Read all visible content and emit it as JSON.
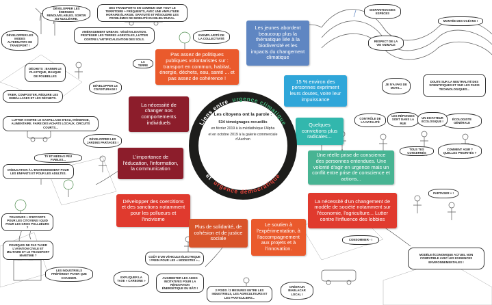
{
  "ring": {
    "title_prefix": "Liens entre",
    "title_green": "urgence climatique",
    "title_mid": "et",
    "title_red": "urgence démocratique"
  },
  "center": {
    "title": "Les citoyens ont la parole :",
    "count": "534 témoignages recueillis",
    "line1": "en février 2019 à la médiathèque l'Alpha",
    "line2": "et en octobre 2019 à la galerie commerciale d'Auchan"
  },
  "boxes": {
    "politiques": "Pas assez de politiques publiques volontaristes sur : transport en commun, habitat, énergie, déchets, eau, santé ... et pas assez de cohérence !",
    "changer": "La nécessité de changer nos comportements individuels",
    "education": "L'importance de l'éducation, l'information, la communication",
    "coercitions": "Développer des coercitions et des sanctions notamment pour les pollueurs et l'incivisme",
    "solidarite": "Plus de solidarité, de cohésion et de justice sociale",
    "soutien": "Le soutien à l'expérimentation, à l'accompagnement aux projets et à l'innovation.",
    "jeunes": "Les jeunes abordent beaucoup plus la thématique liée à la biodiversité et les impacts du changement climatique",
    "impuissance": "15 % environ des personnes expriment leurs doutes, voire leur impuissance",
    "convictions": "Quelques convictions plus radicales...",
    "conscience": "Une réelle prise de conscience des personnes entendues. Une volonté d'agir en urgence mais un conflit entre prise de conscience et actions...",
    "modele": "La nécessité d'un changement de modèle de société notamment sur l'économie, l'agriculture... Lutter contre l'influence des lobbies"
  },
  "bubbles": {
    "b1": "Développer les énergies renouvelables. Sortir du nucléaire.",
    "b2": "Des transports en commun sur tout le territoire + fréquents, avec une amplitude horaire élargie. Gratuité et résoudre les problèmes de mobilité en milieu rural.",
    "b3": "Développer les modes alternatifs de transport !",
    "b4": "Aménagement urbain : végétalisation. Protéger les terres agricoles, lutter contre l'artificialisation des sols.",
    "b5": "Exemplarité de la collectivité",
    "b6": "Déchets : bannir le plastique, manque de poubelles",
    "b7": "La terre",
    "b8": "Développer le covoiturage !",
    "b9": "Trier, composter, réduire les emballages et les déchets.",
    "b10": "Lutter contre le gaspillage d'eau, d'énergie, alimentaire. Faire des achats locaux, circuits courts...",
    "b11": "Développer les jardins partagés !",
    "b12": "TV et médias peu fiables...",
    "b13": "D'éducation à l'environnement pour les enfants et pour les adultes.",
    "b14": "Toujours + d'efforts pour les citoyens ! Quid pour les gros pollueurs ?",
    "b15": "Pourquoi ne pas taxer l'aviation civile et militaire et le transport maritime ?",
    "b16": "Les industriels préfèrent payer que changer.",
    "b17": "Coût d'un véhicule électrique : frein pour les « modestes »...",
    "b18": "Expliquer la taxe « carbone »",
    "b19": "Augmenter les aides incitatives pour la rénovation énergétique du bâti !",
    "b20": "2 poids / 2 mesures entre les industriels, les agriculteurs et les particuliers...",
    "b21": "Créer un Biablacar local !",
    "b22": "Consommer - !",
    "b23": "Modèle économique actuel non compatible avec les exigences environnementales !",
    "b24": "Partager + !",
    "b25": "Comment agir ? Quelles priorités ?",
    "b26": "Tous tes concernés",
    "b27": "Écologiste générale",
    "b28": "Contrôle de la natalité",
    "b29": "Les réponses sont dans la rue",
    "b30": "Un dictateur écologique !",
    "b31": "Je n'ai pas de mots...",
    "b32": "Doute sur la neutralité des scientifiques et sur les paris technologiques...",
    "b33": "Disparition des espèces",
    "b34": "Respect de la vie animale",
    "b35": "Montée des océans !"
  },
  "colors": {
    "dark_red": "#8c1d2b",
    "orange": "#ea5a2c",
    "dark_orange": "#d9542a",
    "blue": "#5f86c2",
    "cyan": "#2fa6d9",
    "teal": "#32b7ad",
    "green": "#48b493",
    "red": "#e03a2e",
    "ring": "#1d1d1b",
    "green_text": "#41b77a",
    "red_text": "#e7453c"
  }
}
